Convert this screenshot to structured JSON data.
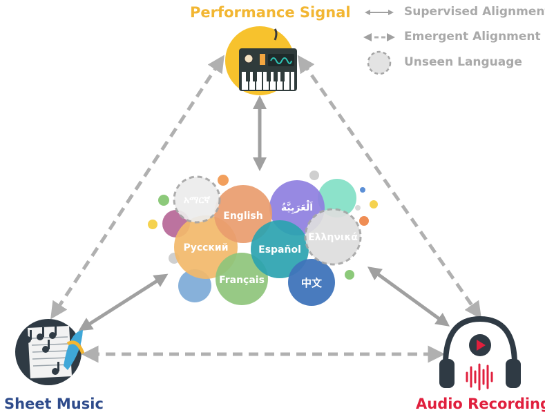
{
  "nodes": {
    "performance": "Performance Signal",
    "sheet_music": "Sheet Music",
    "audio": "Audio Recording"
  },
  "legend": {
    "supervised": "Supervised Alignment",
    "emergent": "Emergent Alignment",
    "unseen": "Unseen Language"
  },
  "languages": {
    "amharic": "አማርኛ",
    "english": "English",
    "arabic": "اَلْعَرَبِيَّةُ",
    "russian": "Русский",
    "spanish": "Español",
    "greek": "Ελληνικά",
    "french": "Français",
    "chinese": "中文"
  },
  "colors": {
    "performance": "#F2B632",
    "sheet_music": "#2E4B8B",
    "audio": "#E01F3D",
    "arrow": "#b0b0b0",
    "legend_text": "#a9a9a9"
  }
}
